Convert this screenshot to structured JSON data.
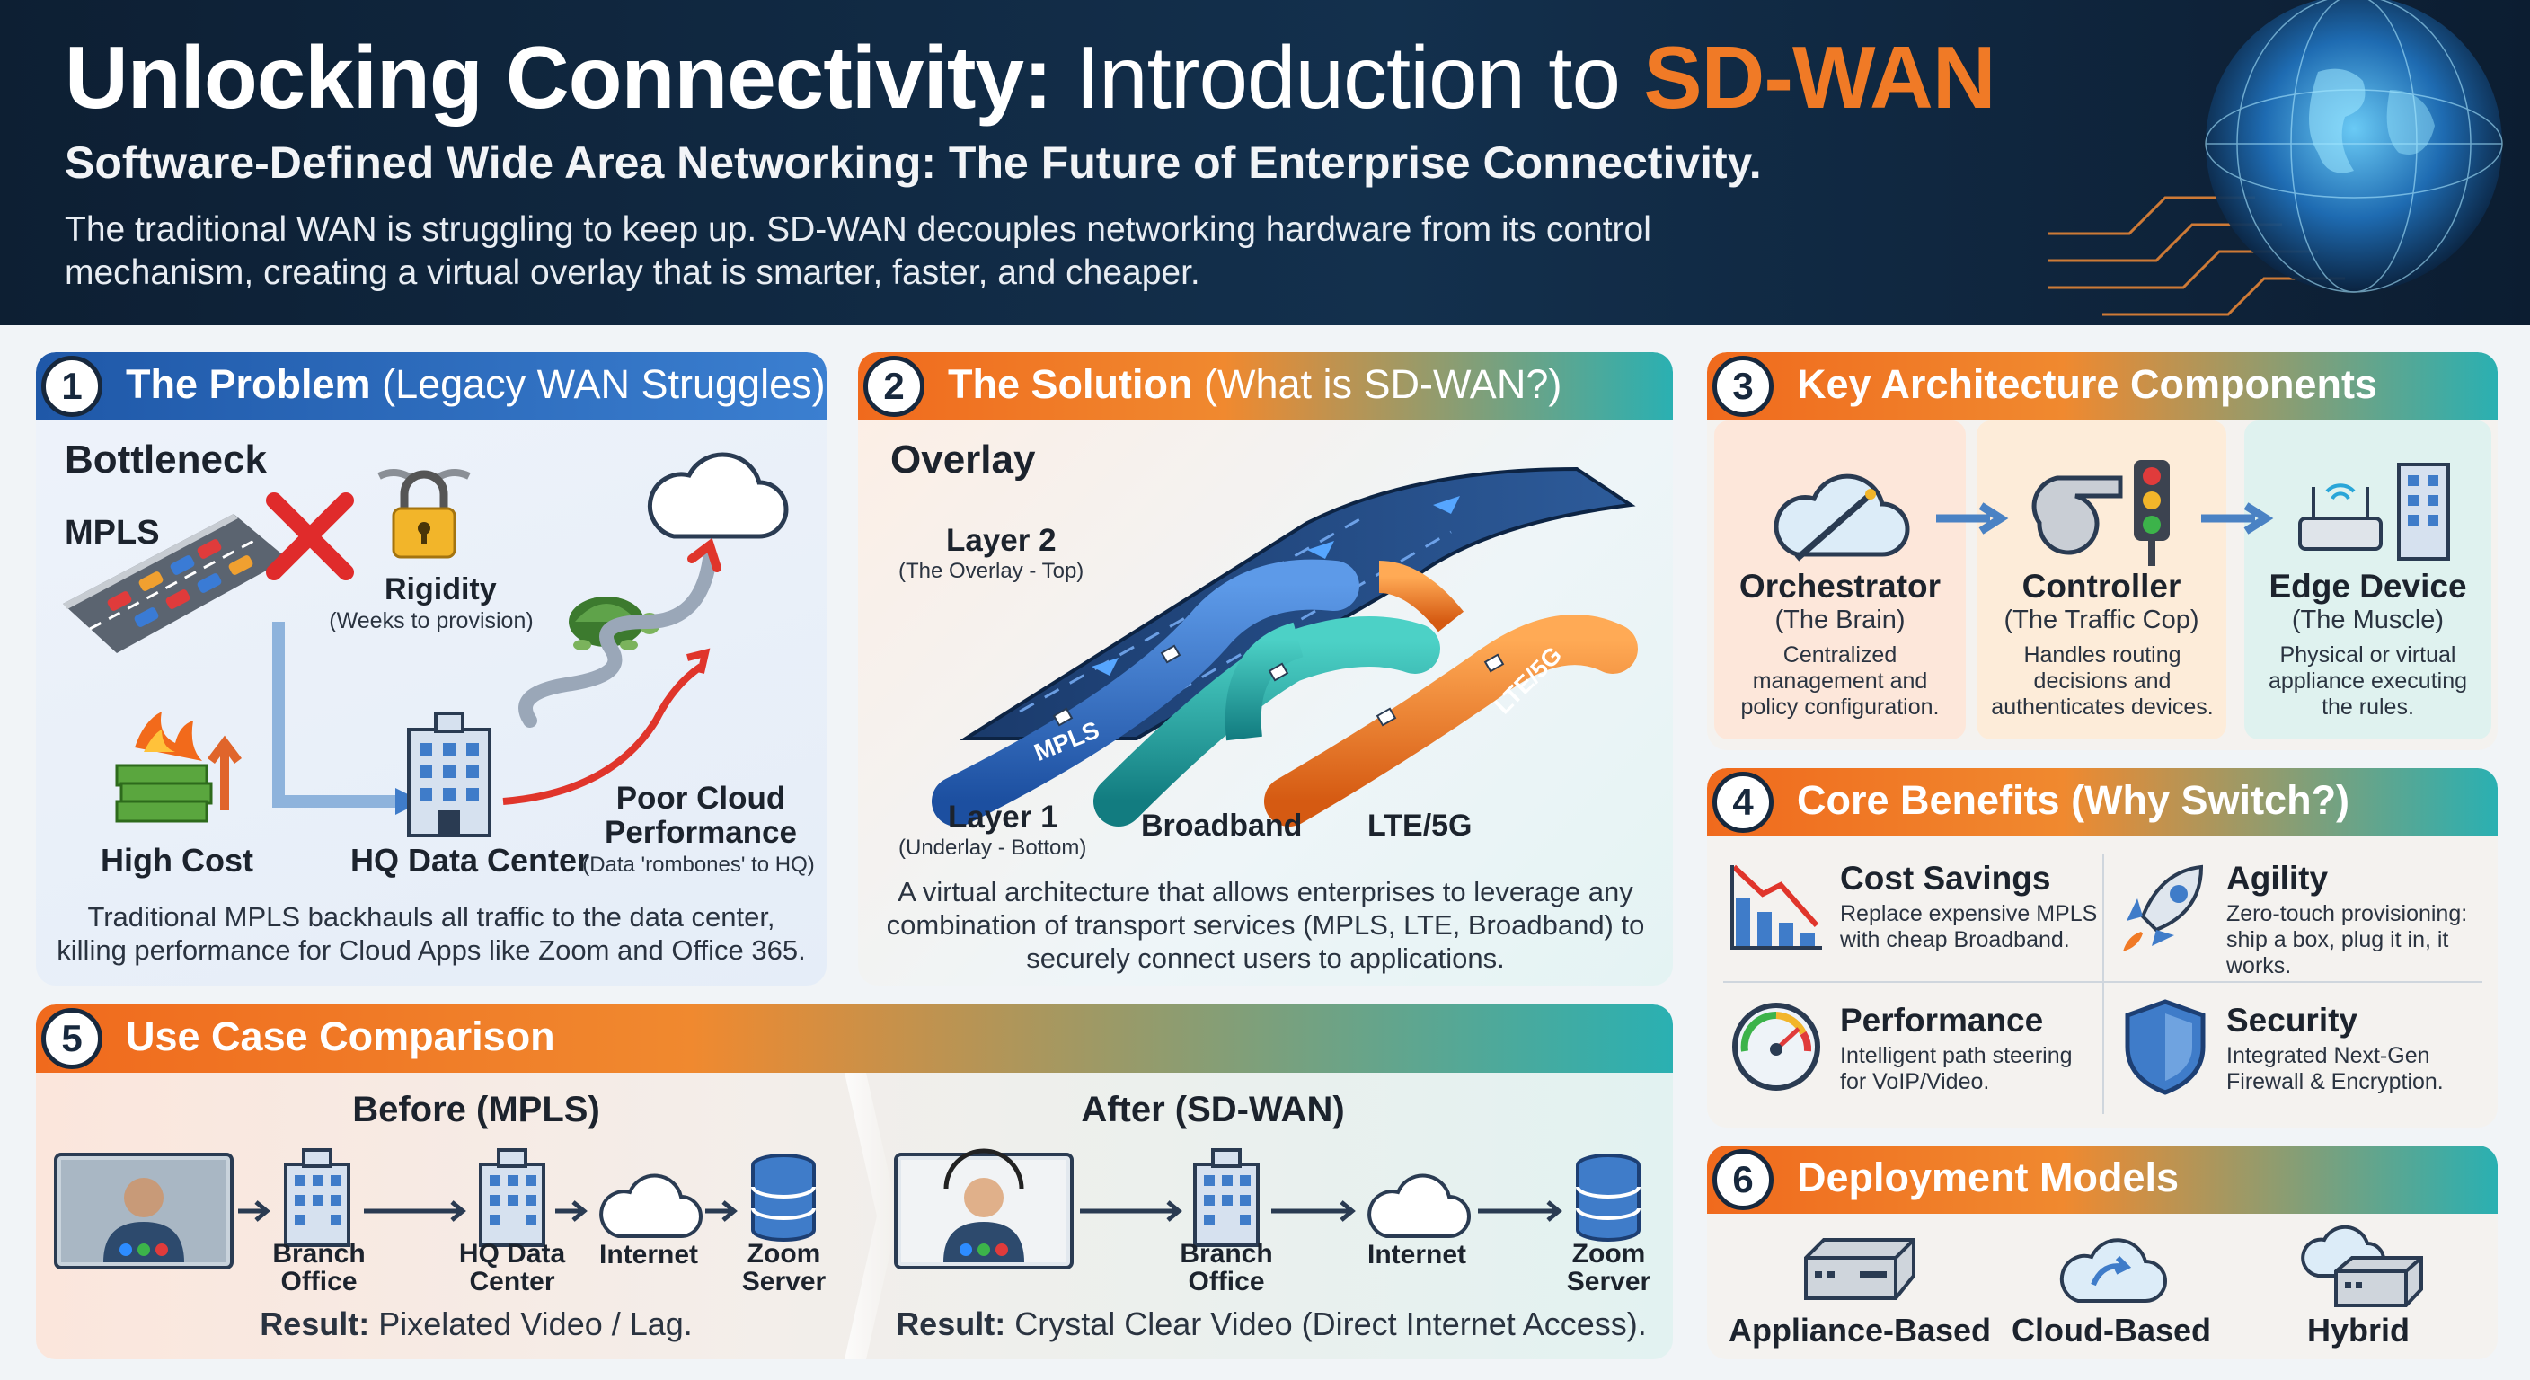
{
  "header": {
    "title_bold": "Unlocking Connectivity:",
    "title_light": "Introduction to",
    "title_accent": "SD-WAN",
    "subtitle": "Software-Defined Wide Area Networking: The Future of Enterprise Connectivity.",
    "description": "The traditional WAN is struggling to keep up. SD-WAN decouples networking hardware from its control mechanism, creating a virtual overlay that is smarter, faster, and cheaper."
  },
  "problem": {
    "number": "1",
    "title": "The Problem",
    "title_paren": "(Legacy WAN Struggles)",
    "bottleneck": "Bottleneck",
    "mpls": "MPLS",
    "rigidity": "Rigidity",
    "rigidity_sub": "(Weeks to provision)",
    "high_cost": "High Cost",
    "hq": "HQ Data Center",
    "poor_cloud": "Poor Cloud Performance",
    "poor_cloud_sub": "(Data 'rombones' to HQ)",
    "caption": "Traditional MPLS backhauls all traffic to the data center, killing performance for Cloud Apps like Zoom and Office 365."
  },
  "solution": {
    "number": "2",
    "title": "The Solution",
    "title_paren": "(What is SD-WAN?)",
    "overlay": "Overlay",
    "layer2": "Layer 2",
    "layer2_sub": "(The Overlay - Top)",
    "layer1": "Layer 1",
    "layer1_sub": "(Underlay - Bottom)",
    "broadband": "Broadband",
    "lte": "LTE/5G",
    "pipe_mpls": "MPLS",
    "pipe_lte": "LTE/5G",
    "caption": "A virtual architecture that allows enterprises to leverage any combination of transport services (MPLS, LTE, Broadband) to securely connect users to applications."
  },
  "architecture": {
    "number": "3",
    "title": "Key Architecture Components",
    "items": [
      {
        "name": "Orchestrator",
        "role": "(The Brain)",
        "desc": "Centralized management and policy configuration."
      },
      {
        "name": "Controller",
        "role": "(The Traffic Cop)",
        "desc": "Handles routing decisions and authenticates devices."
      },
      {
        "name": "Edge Device",
        "role": "(The Muscle)",
        "desc": "Physical or virtual appliance executing the rules."
      }
    ]
  },
  "benefits": {
    "number": "4",
    "title": "Core Benefits (Why Switch?)",
    "items": [
      {
        "name": "Cost Savings",
        "desc": "Replace expensive MPLS with cheap Broadband."
      },
      {
        "name": "Agility",
        "desc": "Zero-touch provisioning: ship a box, plug it in, it works."
      },
      {
        "name": "Performance",
        "desc": "Intelligent path steering for VoIP/Video."
      },
      {
        "name": "Security",
        "desc": "Integrated Next-Gen Firewall & Encryption."
      }
    ]
  },
  "usecase": {
    "number": "5",
    "title": "Use Case Comparison",
    "before_title": "Before (MPLS)",
    "before_nodes": [
      "Branch Office",
      "HQ Data Center",
      "Internet",
      "Zoom Server"
    ],
    "before_result_bold": "Result:",
    "before_result": "Pixelated Video / Lag.",
    "after_title": "After (SD-WAN)",
    "after_nodes": [
      "Branch Office",
      "Internet",
      "Zoom Server"
    ],
    "after_result_bold": "Result:",
    "after_result": "Crystal Clear Video (Direct Internet Access)."
  },
  "deployment": {
    "number": "6",
    "title": "Deployment Models",
    "items": [
      "Appliance-Based",
      "Cloud-Based",
      "Hybrid"
    ]
  },
  "colors": {
    "navy": "#13304d",
    "orange": "#f07a26",
    "teal": "#1aa3a8",
    "blue": "#2f6fc0"
  }
}
